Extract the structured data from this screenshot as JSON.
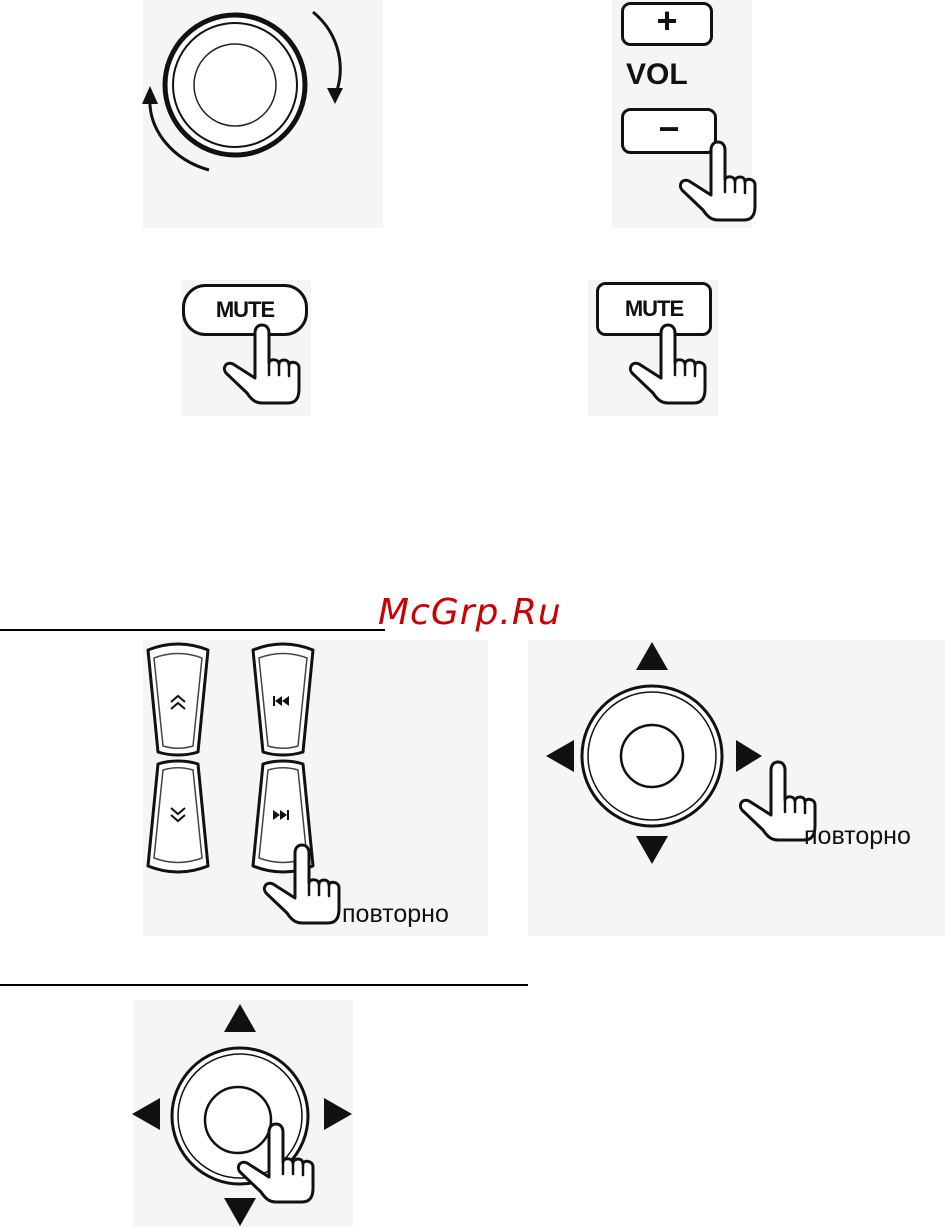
{
  "volume": {
    "label": "VOL",
    "plus_symbol": "+",
    "minus_symbol": "−"
  },
  "mute": {
    "label": "MUTE"
  },
  "repeat_label": "повторно",
  "watermark": "McGrp.Ru",
  "icons": {
    "knob": "rotary-knob-icon",
    "hand": "pointing-hand-icon",
    "up": "arrow-up-icon",
    "down": "arrow-down-icon",
    "left": "arrow-left-icon",
    "right": "arrow-right-icon",
    "prev": "skip-previous-icon",
    "next": "skip-next-icon",
    "chevron_up": "double-chevron-up-icon",
    "chevron_down": "double-chevron-down-icon"
  },
  "colors": {
    "ink": "#111111",
    "panel": "#f5f5f5",
    "watermark": "#cc0000"
  }
}
